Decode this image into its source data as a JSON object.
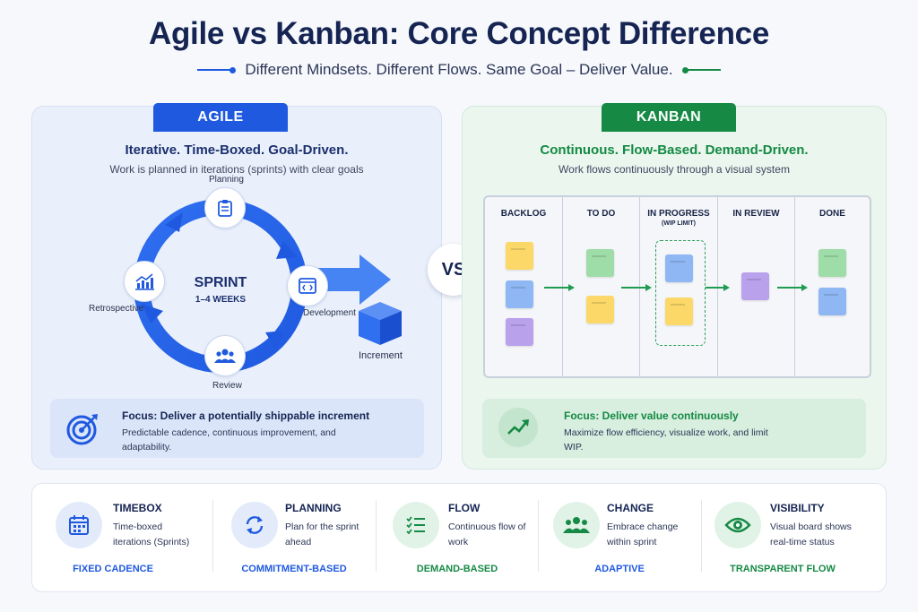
{
  "header": {
    "title": "Agile vs Kanban: Core Concept Difference",
    "subtitle": "Different Mindsets. Different Flows. Same Goal – Deliver Value."
  },
  "colors": {
    "agile_blue": "#1f59e0",
    "kanban_green": "#168a45",
    "navy": "#152452"
  },
  "agile": {
    "badge": "AGILE",
    "tagline": "Iterative. Time-Boxed. Goal-Driven.",
    "description": "Work is planned in iterations (sprints) with clear goals",
    "cycle": {
      "center_title": "SPRINT",
      "center_subtitle": "1–4 WEEKS",
      "nodes": [
        {
          "label": "Planning",
          "icon": "clipboard-icon"
        },
        {
          "label": "Development",
          "icon": "code-window-icon"
        },
        {
          "label": "Review",
          "icon": "people-icon"
        },
        {
          "label": "Retrospective",
          "icon": "chart-icon"
        }
      ],
      "output": "Increment"
    },
    "focus": {
      "title": "Focus: Deliver a potentially shippable increment",
      "text": "Predictable cadence, continuous improvement, and adaptability.",
      "icon": "target-icon"
    }
  },
  "vs_label": "VS",
  "kanban": {
    "badge": "KANBAN",
    "tagline": "Continuous. Flow-Based. Demand-Driven.",
    "description": "Work flows continuously through a visual system",
    "board": {
      "columns": [
        {
          "label": "BACKLOG",
          "sub": "",
          "cards": [
            "yellow",
            "blue",
            "purple"
          ]
        },
        {
          "label": "TO DO",
          "sub": "",
          "cards": [
            "green",
            "yellow"
          ]
        },
        {
          "label": "IN PROGRESS",
          "sub": "(WIP LIMIT)",
          "cards": [
            "blue",
            "yellow"
          ]
        },
        {
          "label": "IN REVIEW",
          "sub": "",
          "cards": [
            "purple"
          ]
        },
        {
          "label": "DONE",
          "sub": "",
          "cards": [
            "green",
            "blue"
          ]
        }
      ],
      "card_colors": {
        "yellow": "#fbd868",
        "blue": "#8fb7f4",
        "purple": "#b9a1ec",
        "green": "#9edca8"
      }
    },
    "focus": {
      "title": "Focus: Deliver value continuously",
      "text": "Maximize flow efficiency, visualize work, and limit WIP.",
      "icon": "trend-up-icon"
    }
  },
  "features": [
    {
      "title": "TIMEBOX",
      "text": "Time-boxed iterations (Sprints)",
      "tag": "FIXED CADENCE",
      "icon": "calendar-icon",
      "theme": "blue"
    },
    {
      "title": "PLANNING",
      "text": "Plan for the sprint ahead",
      "tag": "COMMITMENT-BASED",
      "icon": "refresh-icon",
      "theme": "blue"
    },
    {
      "title": "FLOW",
      "text": "Continuous flow of work",
      "tag": "DEMAND-BASED",
      "icon": "checklist-icon",
      "theme": "green"
    },
    {
      "title": "CHANGE",
      "text": "Embrace change within sprint",
      "tag": "ADAPTIVE",
      "icon": "team-icon",
      "theme": "green-blue"
    },
    {
      "title": "VISIBILITY",
      "text": "Visual board shows real-time status",
      "tag": "TRANSPARENT FLOW",
      "icon": "eye-icon",
      "theme": "green"
    }
  ]
}
